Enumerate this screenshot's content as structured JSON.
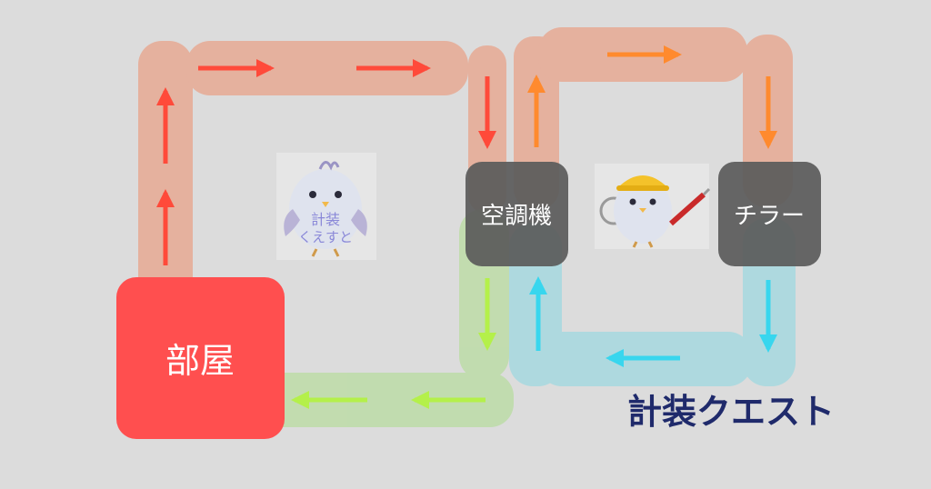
{
  "nodes": {
    "room": {
      "label": "部屋",
      "color": "#ff4f4f"
    },
    "aircon": {
      "label": "空調機",
      "color": "#5b5b5b"
    },
    "chiller": {
      "label": "チラー",
      "color": "#5b5b5b"
    }
  },
  "mascot": {
    "text_line1": "計装",
    "text_line2": "くえすと"
  },
  "brand": {
    "title": "計装クエスト",
    "color": "#1f2a6b"
  },
  "pipes": {
    "air_supply": {
      "color": "#e8a38a",
      "arrow_color": "#ff4a3a"
    },
    "air_return": {
      "color": "#b9dca0",
      "arrow_color": "#b4f04a"
    },
    "chilled_supply": {
      "color": "#9fd8e0",
      "arrow_color": "#38d6ee"
    },
    "chilled_return": {
      "color": "#e8a38a",
      "arrow_color": "#ff8a2e"
    }
  },
  "icons": {
    "bird": "bird-mascot-icon",
    "worker": "hardhat-bird-icon"
  }
}
